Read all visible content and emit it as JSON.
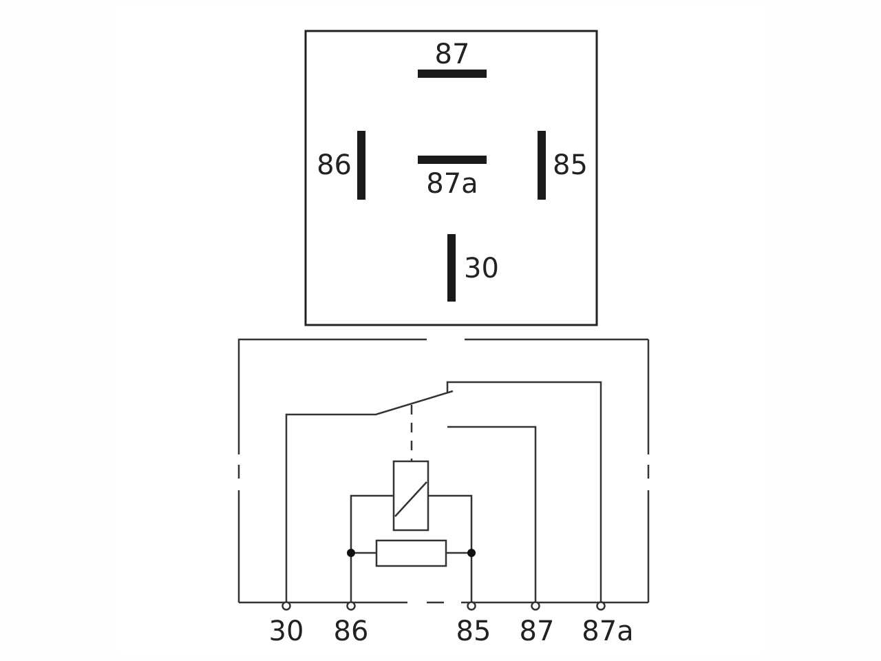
{
  "top_view": {
    "pins": [
      {
        "id": "87",
        "label": "87",
        "orientation": "horizontal"
      },
      {
        "id": "87a",
        "label": "87a",
        "orientation": "horizontal"
      },
      {
        "id": "86",
        "label": "86",
        "orientation": "vertical"
      },
      {
        "id": "85",
        "label": "85",
        "orientation": "vertical"
      },
      {
        "id": "30",
        "label": "30",
        "orientation": "vertical"
      }
    ]
  },
  "schematic": {
    "terminals": [
      {
        "id": "30",
        "label": "30"
      },
      {
        "id": "86",
        "label": "86"
      },
      {
        "id": "85",
        "label": "85"
      },
      {
        "id": "87",
        "label": "87"
      },
      {
        "id": "87a",
        "label": "87a"
      }
    ],
    "components": [
      "switch-contact",
      "relay-coil",
      "resistor"
    ]
  },
  "colors": {
    "line": "#222222",
    "background": "#ffffff",
    "page": "#fefefe"
  }
}
